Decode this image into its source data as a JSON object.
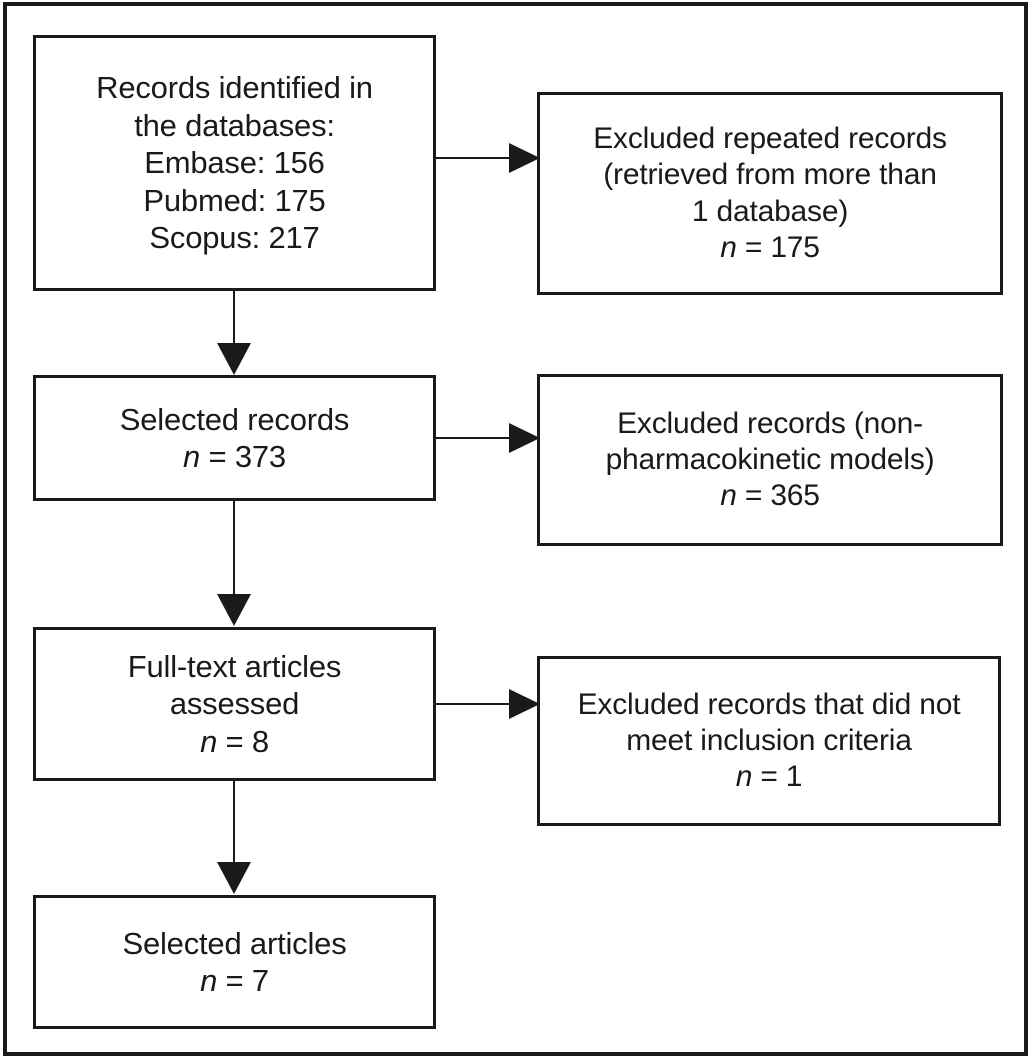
{
  "diagram": {
    "type": "prisma-flow-diagram",
    "title": "",
    "colors": {
      "stroke": "#1a1a1a",
      "text": "#1a1a1a",
      "background": "#ffffff"
    }
  },
  "boxes": {
    "records_identified": {
      "name": "Records identified in the databases",
      "lines": [
        "Records identified in",
        "the databases:",
        "Embase: 156",
        "Pubmed: 175",
        "Scopus: 217"
      ],
      "databases": [
        {
          "source": "Embase",
          "count": 156
        },
        {
          "source": "Pubmed",
          "count": 175
        },
        {
          "source": "Scopus",
          "count": 217
        }
      ]
    },
    "excluded_repeated": {
      "name": "Excluded repeated records",
      "lines": [
        "Excluded repeated records",
        "(retrieved from more than",
        "1 database)"
      ],
      "n_label": "n",
      "n_equals": "=",
      "n_value": "175"
    },
    "selected_records": {
      "name": "Selected records",
      "lines": [
        "Selected records"
      ],
      "n_label": "n",
      "n_equals": "=",
      "n_value": "373"
    },
    "excluded_nonpk": {
      "name": "Excluded records (non-pharmacokinetic models)",
      "lines": [
        "Excluded records (non-",
        "pharmacokinetic models)"
      ],
      "n_label": "n",
      "n_equals": "=",
      "n_value": "365"
    },
    "fulltext_assessed": {
      "name": "Full-text articles assessed",
      "lines": [
        "Full-text articles",
        "assessed"
      ],
      "n_label": "n",
      "n_equals": "=",
      "n_value": "8"
    },
    "excluded_criteria": {
      "name": "Excluded records that did not meet inclusion criteria",
      "lines": [
        "Excluded records that did not",
        "meet inclusion criteria"
      ],
      "n_label": "n",
      "n_equals": "=",
      "n_value": "1"
    },
    "selected_articles": {
      "name": "Selected articles",
      "lines": [
        "Selected articles"
      ],
      "n_label": "n",
      "n_equals": "=",
      "n_value": "7"
    }
  },
  "connectors": [
    {
      "id": "records-to-excluded-repeated",
      "from": "records_identified",
      "to": "excluded_repeated",
      "direction": "right"
    },
    {
      "id": "records-to-selected-records",
      "from": "records_identified",
      "to": "selected_records",
      "direction": "down"
    },
    {
      "id": "selected-records-to-excluded-nonpk",
      "from": "selected_records",
      "to": "excluded_nonpk",
      "direction": "right"
    },
    {
      "id": "selected-records-to-fulltext",
      "from": "selected_records",
      "to": "fulltext_assessed",
      "direction": "down"
    },
    {
      "id": "fulltext-to-excluded-criteria",
      "from": "fulltext_assessed",
      "to": "excluded_criteria",
      "direction": "right"
    },
    {
      "id": "fulltext-to-selected-articles",
      "from": "fulltext_assessed",
      "to": "selected_articles",
      "direction": "down"
    }
  ]
}
